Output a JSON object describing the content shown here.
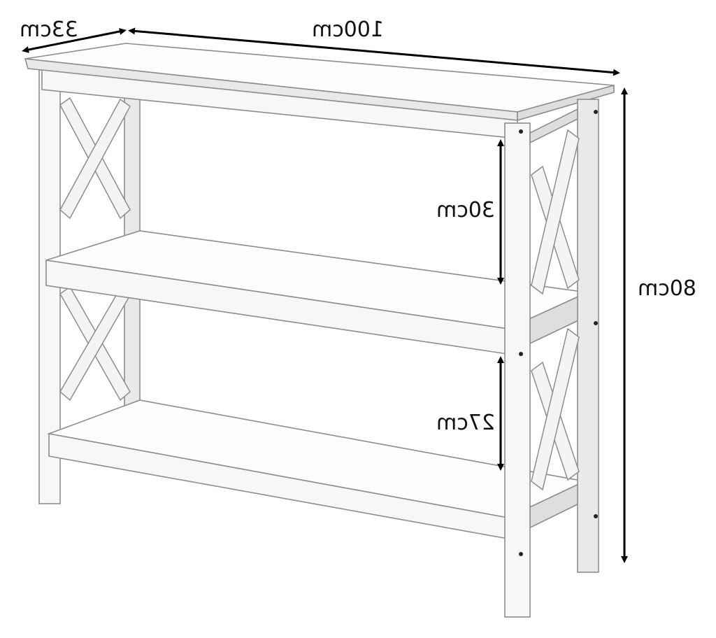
{
  "image": {
    "subject": "White three-tier console table with X-shaped side panels",
    "dimensions": {
      "depth": "33cm",
      "width": "100cm",
      "height": "80cm",
      "upper_shelf_gap": "30cm",
      "lower_shelf_gap": "27cm"
    },
    "colors": {
      "furniture": "#f7f7f7",
      "outline": "#8d8d8d",
      "arrows": "#000000",
      "background": "#ffffff"
    }
  }
}
